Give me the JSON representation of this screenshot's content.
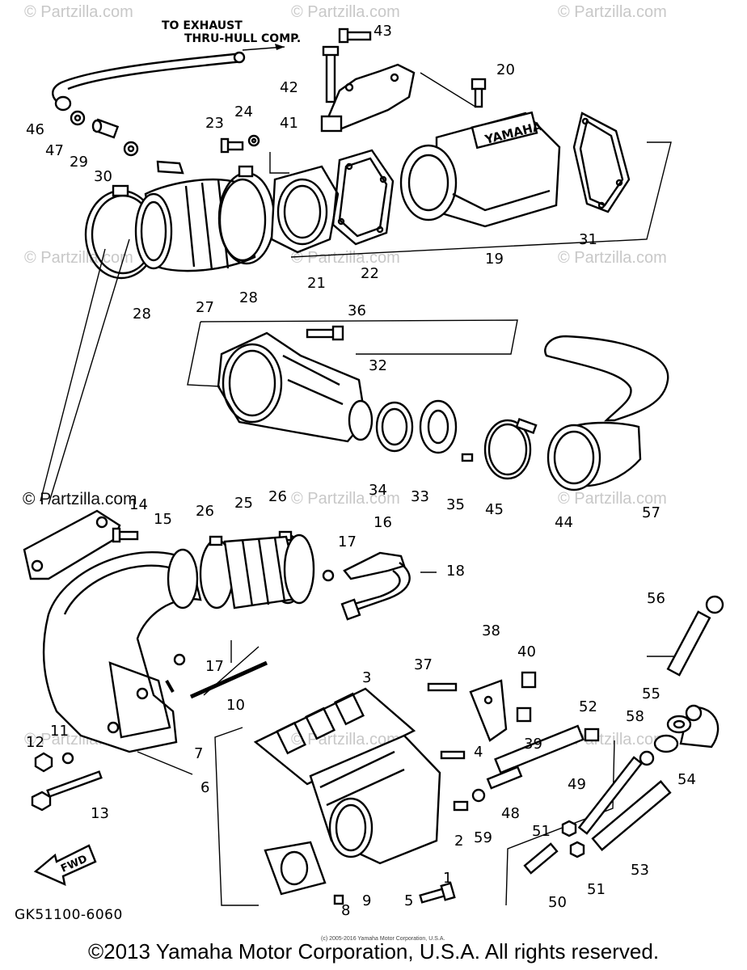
{
  "watermarks": [
    "© Partzilla.com",
    "© Partzilla.com",
    "© Partzilla.com",
    "© Partzilla.com",
    "© Partzilla.com",
    "© Partzilla.com",
    "© Partzilla.com",
    "© Partzilla.com",
    "© Partzilla.com",
    "© Partzilla.com",
    "© Partzilla.com",
    "© Partzilla.com"
  ],
  "watermark_dark": "© Partzilla.com",
  "note": {
    "line1": "TO EXHAUST",
    "line2": "THRU-HULL COMP."
  },
  "callouts": {
    "n1": "1",
    "n2": "2",
    "n3": "3",
    "n4": "4",
    "n5": "5",
    "n6": "6",
    "n7": "7",
    "n8": "8",
    "n9": "9",
    "n10": "10",
    "n11": "11",
    "n12": "12",
    "n13": "13",
    "n14": "14",
    "n15": "15",
    "n16": "16",
    "n17a": "17",
    "n17b": "17",
    "n18": "18",
    "n19": "19",
    "n20": "20",
    "n21": "21",
    "n22": "22",
    "n23": "23",
    "n24": "24",
    "n25": "25",
    "n26a": "26",
    "n26b": "26",
    "n27": "27",
    "n28a": "28",
    "n28b": "28",
    "n29": "29",
    "n30": "30",
    "n31": "31",
    "n32": "32",
    "n33": "33",
    "n34": "34",
    "n35": "35",
    "n36": "36",
    "n37": "37",
    "n38": "38",
    "n39": "39",
    "n40": "40",
    "n41": "41",
    "n42": "42",
    "n43": "43",
    "n44": "44",
    "n45": "45",
    "n46": "46",
    "n47": "47",
    "n48": "48",
    "n49": "49",
    "n50": "50",
    "n51a": "51",
    "n51b": "51",
    "n52": "52",
    "n53": "53",
    "n54": "54",
    "n55": "55",
    "n56": "56",
    "n57": "57",
    "n58": "58",
    "n59": "59"
  },
  "brand_marking": "YAMAHA",
  "fwd_label": "FWD",
  "diagram_code": "GK51100-6060",
  "fine_print": "(c) 2005-2016 Yamaha Motor Corporation, U.S.A.",
  "copyright": "©2013 Yamaha Motor Corporation, U.S.A. All rights reserved."
}
